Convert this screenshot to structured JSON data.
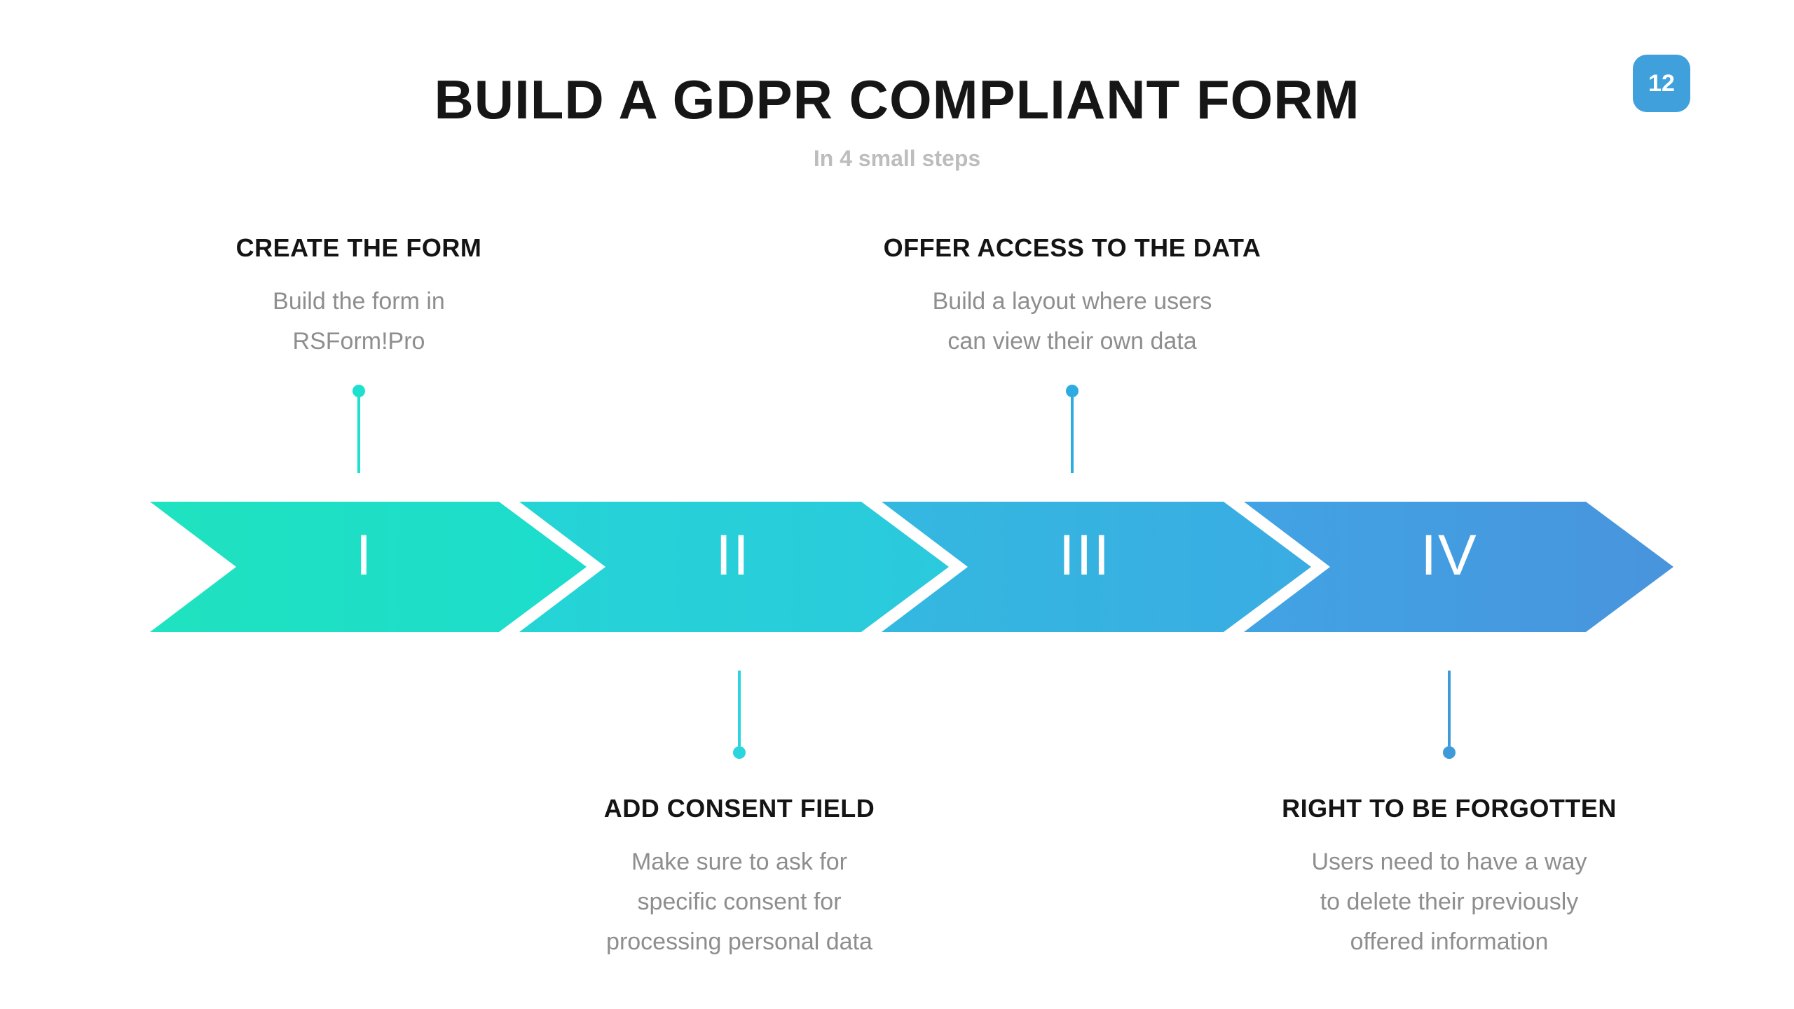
{
  "slide": {
    "title": "BUILD A GDPR COMPLIANT FORM",
    "subtitle": "In 4 small steps",
    "page_number": "12",
    "colors": {
      "background": "#FFFFFF",
      "badge": "#3FA0DC",
      "title_text": "#161616",
      "subtitle_text": "#BDBDBD",
      "heading_text": "#141414",
      "description_text": "#8E8E8E",
      "numeral_text": "#FFFFFF"
    },
    "steps": [
      {
        "numeral": "I",
        "heading": "CREATE THE FORM",
        "desc_lines": [
          "Build the form in",
          "RSForm!Pro"
        ],
        "label_position": "above",
        "chevron_color_left": "#1FE2BF",
        "chevron_color_right": "#1DDCCD",
        "connector_color": "#1EE0CE"
      },
      {
        "numeral": "II",
        "heading": "ADD CONSENT FIELD",
        "desc_lines": [
          "Make sure to ask for",
          "specific consent for",
          "processing personal data"
        ],
        "label_position": "below",
        "chevron_color_left": "#24D5D5",
        "chevron_color_right": "#2BC9DD",
        "connector_color": "#2BD5DE"
      },
      {
        "numeral": "III",
        "heading": "OFFER ACCESS TO THE DATA",
        "desc_lines": [
          "Build a layout where users",
          "can view their own data"
        ],
        "label_position": "above",
        "chevron_color_left": "#33B8E0",
        "chevron_color_right": "#3AACE2",
        "connector_color": "#2EABE0"
      },
      {
        "numeral": "IV",
        "heading": "RIGHT TO BE FORGOTTEN",
        "desc_lines": [
          "Users need to have a way",
          "to delete their previously",
          "offered information"
        ],
        "label_position": "below",
        "chevron_color_left": "#41A3E4",
        "chevron_color_right": "#4894DD",
        "connector_color": "#3E9AD9"
      }
    ]
  }
}
